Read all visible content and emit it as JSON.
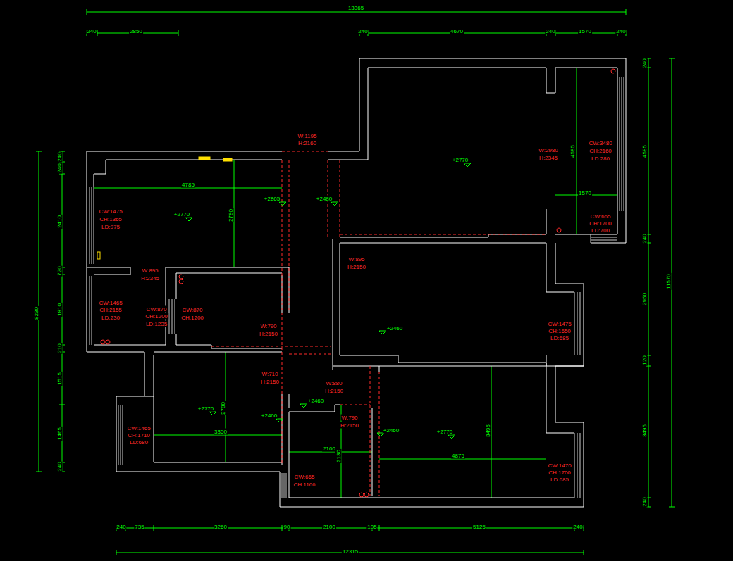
{
  "diagram": {
    "labels": [
      "13365",
      "240",
      "2850",
      "240",
      "4670",
      "240",
      "1570",
      "240",
      "240",
      "4585",
      "240",
      "2950",
      "120",
      "3495",
      "240",
      "11570",
      "240",
      "240",
      "2410",
      "720",
      "1810",
      "210",
      "1515",
      "1465",
      "240",
      "8230",
      "240",
      "735",
      "3260",
      "90",
      "2100",
      "105",
      "5125",
      "240",
      "12315",
      "W:1195",
      "H:2160",
      "W:2980",
      "H:2345",
      "CW:3480",
      "CH:2160",
      "LD:280",
      "CW:665",
      "CH:1700",
      "LD:700",
      "CW:1475",
      "CH:1365",
      "LD:975",
      "W:895",
      "H:2345",
      "W:895",
      "H:2150",
      "CW:1465",
      "CH:2155",
      "LD:230",
      "CW:870",
      "CH:1200",
      "LD:1235",
      "CW:870",
      "CH:1200",
      "W:790",
      "H:2150",
      "CW:1475",
      "CH:1650",
      "LD:685",
      "W:710",
      "H:2150",
      "W:880",
      "H:2150",
      "W:790",
      "H:2150",
      "CW:1465",
      "CH:1710",
      "LD:680",
      "CW:665",
      "CH:1166",
      "CW:1470",
      "CH:1700",
      "LD:685",
      "+2770",
      "+2770",
      "+2865",
      "+2480",
      "+2460",
      "+2770",
      "+2460",
      "+2460",
      "+2460",
      "+2770",
      "4785",
      "2780",
      "4585",
      "1570",
      "2780",
      "3350",
      "2100",
      "2130",
      "4875",
      "3495"
    ]
  }
}
